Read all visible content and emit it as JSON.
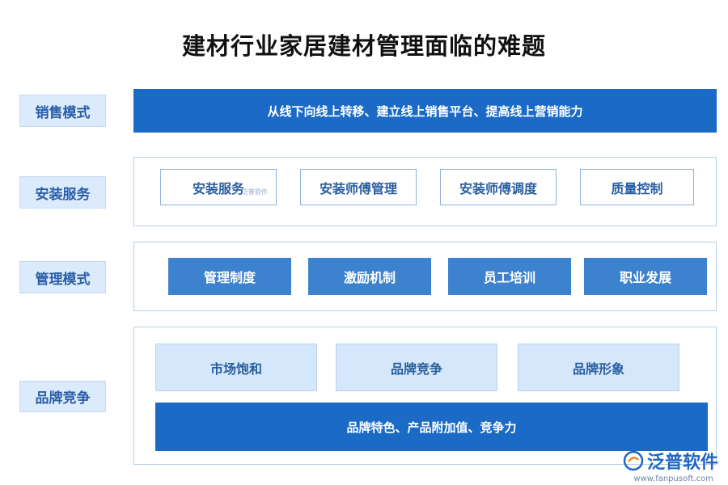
{
  "title": "建材行业家居建材管理面临的难题",
  "rows": [
    {
      "label": "销售模式",
      "items": [
        "从线下向线上转移、建立线上销售平台、提高线上营销能力"
      ]
    },
    {
      "label": "安装服务",
      "items": [
        "安装服务",
        "安装师傅管理",
        "安装师傅调度",
        "质量控制"
      ]
    },
    {
      "label": "管理模式",
      "items": [
        "管理制度",
        "激励机制",
        "员工培训",
        "职业发展"
      ]
    },
    {
      "label": "品牌竞争",
      "items": [
        "市场饱和",
        "品牌竞争",
        "品牌形象"
      ],
      "summary": "品牌特色、产品附加值、竞争力"
    }
  ],
  "watermark": "泛普软件",
  "logo": {
    "name": "泛普软件",
    "url": "www.fanpusoft.com",
    "icon": "fanpu-logo-icon"
  },
  "colors": {
    "dark_blue": "#1a6ac6",
    "mid_blue": "#3d82cf",
    "light_blue": "#d4e7fb",
    "label_bg": "#dcebfb"
  }
}
